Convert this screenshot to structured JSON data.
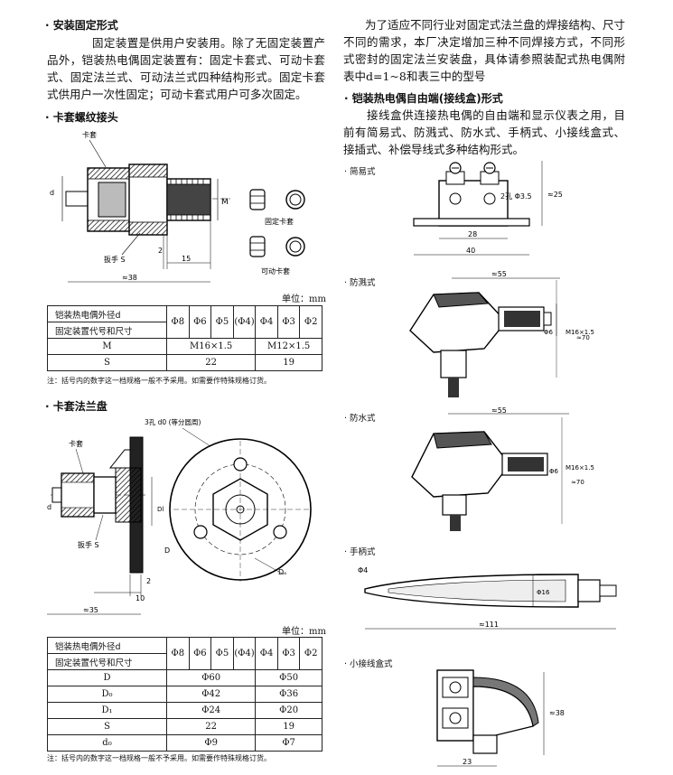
{
  "left": {
    "s1": {
      "title": "安装固定形式",
      "text": "固定装置是供用户安装用。除了无固定装置产品外，铠装热电偶固定装置有：固定卡套式、可动卡套式、固定法兰式、可动法兰式四种结构形式。固定卡套式供用户一次性固定；可动卡套式用户可多次固定。"
    },
    "s2": {
      "title": "卡套螺纹接头",
      "labels": {
        "kataо": "卡套",
        "d": "d",
        "m": "M",
        "wrench": "扳手 S",
        "two": "2",
        "fifteen": "15",
        "thirty_eight": "≈38",
        "fixed": "固定卡套",
        "movable": "可动卡套"
      }
    },
    "table1": {
      "unit": "单位：mm",
      "head1": "铠装热电偶外径d",
      "head2": "固定装置代号和尺寸",
      "cols": [
        "Φ8",
        "Φ6",
        "Φ5",
        "(Φ4)",
        "Φ4",
        "Φ3",
        "Φ2"
      ],
      "row_m": {
        "label": "M",
        "a": "M16×1.5",
        "b": "M12×1.5"
      },
      "row_s": {
        "label": "S",
        "a": "22",
        "b": "19"
      },
      "note": "注：括号内的数字这一档规格一般不予采用。如需要作特殊规格订货。"
    },
    "s3": {
      "title": "卡套法兰盘",
      "labels": {
        "holes": "3孔 d0 (等分圆周)",
        "kataо": "卡套",
        "wrench": "扳手 S",
        "d": "d",
        "dl": "Dl",
        "D": "D",
        "do": "Dₒ",
        "two": "2",
        "ten": "10",
        "thirty_five": "≈35"
      }
    },
    "table2": {
      "unit": "单位：mm",
      "head1": "铠装热电偶外径d",
      "head2": "固定装置代号和尺寸",
      "cols": [
        "Φ8",
        "Φ6",
        "Φ5",
        "(Φ4)",
        "Φ4",
        "Φ3",
        "Φ2"
      ],
      "rows": [
        {
          "label": "D",
          "a": "Φ60",
          "b": "Φ50"
        },
        {
          "label": "D₀",
          "a": "Φ42",
          "b": "Φ36"
        },
        {
          "label": "D₁",
          "a": "Φ24",
          "b": "Φ20"
        },
        {
          "label": "S",
          "a": "22",
          "b": "19"
        },
        {
          "label": "d₀",
          "a": "Φ9",
          "b": "Φ7"
        }
      ],
      "note": "注：括号内的数字这一档规格一般不予采用。如需要作特殊规格订货。"
    }
  },
  "right": {
    "intro": "为了适应不同行业对固定式法兰盘的焊接结构、尺寸不同的需求，本厂决定增加三种不同焊接方式，不同形式密封的固定法兰安装盘，具体请参照装配式热电偶附表中d=1~8和表三中的型号",
    "s4": {
      "title": "铠装热电偶自由端(接线盒)形式",
      "text": "接线盒供连接热电偶的自由端和显示仪表之用，目前有简易式、防溅式、防水式、手柄式、小接线盒式、接插式、补偿导线式多种结构形式。"
    },
    "types": {
      "simple": {
        "name": "简易式",
        "holes": "2孔 Φ3.5",
        "h": "≈25",
        "w28": "28",
        "w40": "40"
      },
      "splash": {
        "name": "防溅式",
        "w": "≈55",
        "phi": "Φ6",
        "m": "M16×1.5",
        "h": "≈70"
      },
      "water": {
        "name": "防水式",
        "w": "≈55",
        "phi": "Φ6",
        "m": "M16×1.5",
        "h": "≈70"
      },
      "handle": {
        "name": "手柄式",
        "phi4": "Φ4",
        "phi16": "Φ16",
        "len": "≈111"
      },
      "mini": {
        "name": "小接线盒式",
        "h": "≈38",
        "w": "23"
      }
    }
  }
}
